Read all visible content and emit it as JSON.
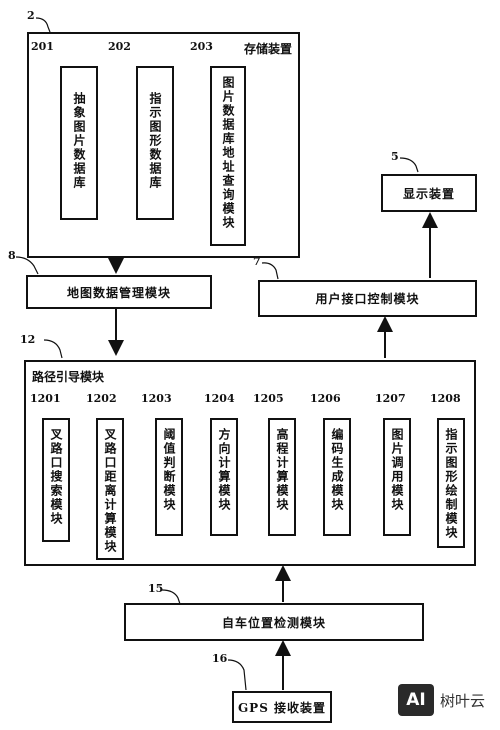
{
  "storage": {
    "num": "2",
    "title": "存储装置",
    "items": [
      {
        "num": "201",
        "label": "抽象图片数据库"
      },
      {
        "num": "202",
        "label": "指示图形数据库"
      },
      {
        "num": "203",
        "label": "图片数据库地址查询模块"
      }
    ]
  },
  "display": {
    "num": "5",
    "label": "显示装置"
  },
  "user_if": {
    "num": "7",
    "label": "用户接口控制模块"
  },
  "map_mgr": {
    "num": "8",
    "label": "地图数据管理模块"
  },
  "route": {
    "num": "12",
    "title": "路径引导模块",
    "items": [
      {
        "num": "1201",
        "label": "叉路口搜索模块"
      },
      {
        "num": "1202",
        "label": "叉路口距离计算模块"
      },
      {
        "num": "1203",
        "label": "阈值判断模块"
      },
      {
        "num": "1204",
        "label": "方向计算模块"
      },
      {
        "num": "1205",
        "label": "高程计算模块"
      },
      {
        "num": "1206",
        "label": "编码生成模块"
      },
      {
        "num": "1207",
        "label": "图片调用模块"
      },
      {
        "num": "1208",
        "label": "指示图形绘制模块"
      }
    ]
  },
  "position": {
    "num": "15",
    "label": "自车位置检测模块"
  },
  "gps": {
    "num": "16",
    "label": "GPS 接收装置"
  },
  "watermark": {
    "logo": "AI",
    "text": "树叶云"
  }
}
